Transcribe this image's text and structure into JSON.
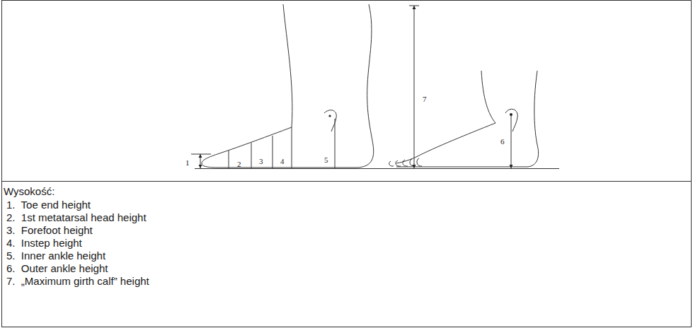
{
  "diagram": {
    "labels": [
      "1",
      "2",
      "3",
      "4",
      "5",
      "7",
      "6",
      "Wysokość:",
      "1.  Toe end height",
      "2.  1st metatarsal head height",
      "3.  Forefoot height",
      "4.  Instep height",
      "5.  Inner ankle height",
      "6.  Outer ankle height",
      "7.  „Maximum girth calf” height"
    ]
  }
}
